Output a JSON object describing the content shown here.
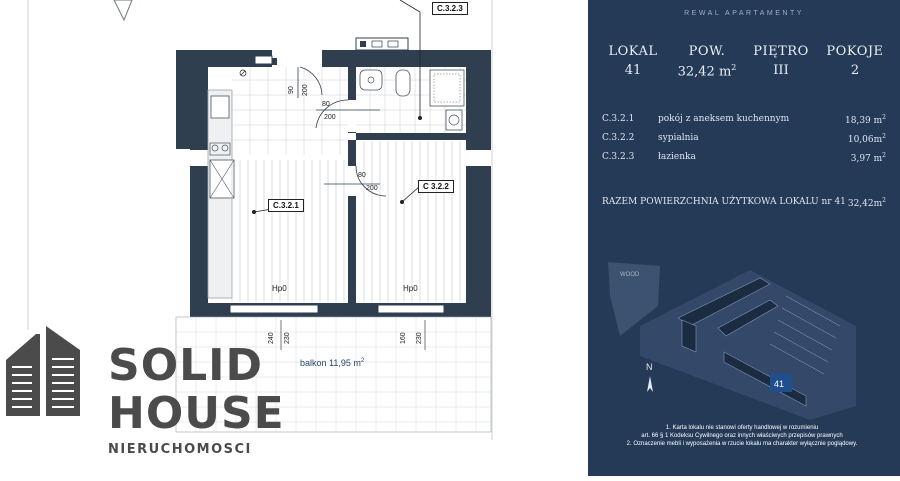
{
  "panel": {
    "brand": "REWAL APARTAMENTY",
    "stats": [
      {
        "label": "LOKAL",
        "value": "41"
      },
      {
        "label": "POW.",
        "value": "32,42 m",
        "sup": "2"
      },
      {
        "label": "PIĘTRO",
        "value": "III"
      },
      {
        "label": "POKOJE",
        "value": "2"
      }
    ],
    "rooms": [
      {
        "code": "C.3.2.1",
        "name": "pokój z aneksem kuchennym",
        "area": "18,39 m",
        "sup": "2"
      },
      {
        "code": "C.3.2.2",
        "name": "sypialnia",
        "area": "10,06m",
        "sup": "2"
      },
      {
        "code": "C.3.2.3",
        "name": "łazienka",
        "area": "3,97 m",
        "sup": "2"
      }
    ],
    "total": {
      "label": "RAZEM POWIERZCHNIA UŻYTKOWA LOKALU nr 41",
      "value": "32,42m",
      "sup": "2"
    },
    "map": {
      "wood_label": "WOOD",
      "unit_number": "41",
      "north": "N"
    },
    "notes": [
      "1. Karta lokalu nie stanowi oferty handlowej w rozumieniu",
      "art. 66 § 1 Kodeksu Cywilnego oraz innych właściwych przepisów prawnych",
      "2. Oznaczenie mebli i wyposażenia w rzucie lokalu ma charakter wyłącznie poglądowy."
    ]
  },
  "plan": {
    "tags": {
      "bathroom": "C.3.2.3",
      "living": "C.3.2.1",
      "bedroom": "C 3.2.2"
    },
    "dims": {
      "d90": "90",
      "d200a": "200",
      "d80a": "80",
      "d200b": "200",
      "d80b": "80",
      "d200c": "200",
      "d240": "240",
      "d230a": "230",
      "d160": "160",
      "d230b": "230"
    },
    "hp_left": "Hp0",
    "hp_right": "Hp0",
    "balcony": "balkon 11,95 m",
    "balcony_sup": "2"
  },
  "logo": {
    "line1": "SOLID",
    "line2": "HOUSE",
    "line3": "NIERUCHOMOSCI"
  },
  "colors": {
    "panel": "#243a57",
    "logo_gray": "#4b4b4b",
    "wall": "#2f3f4f",
    "unit_badge": "#1f4f8f"
  }
}
